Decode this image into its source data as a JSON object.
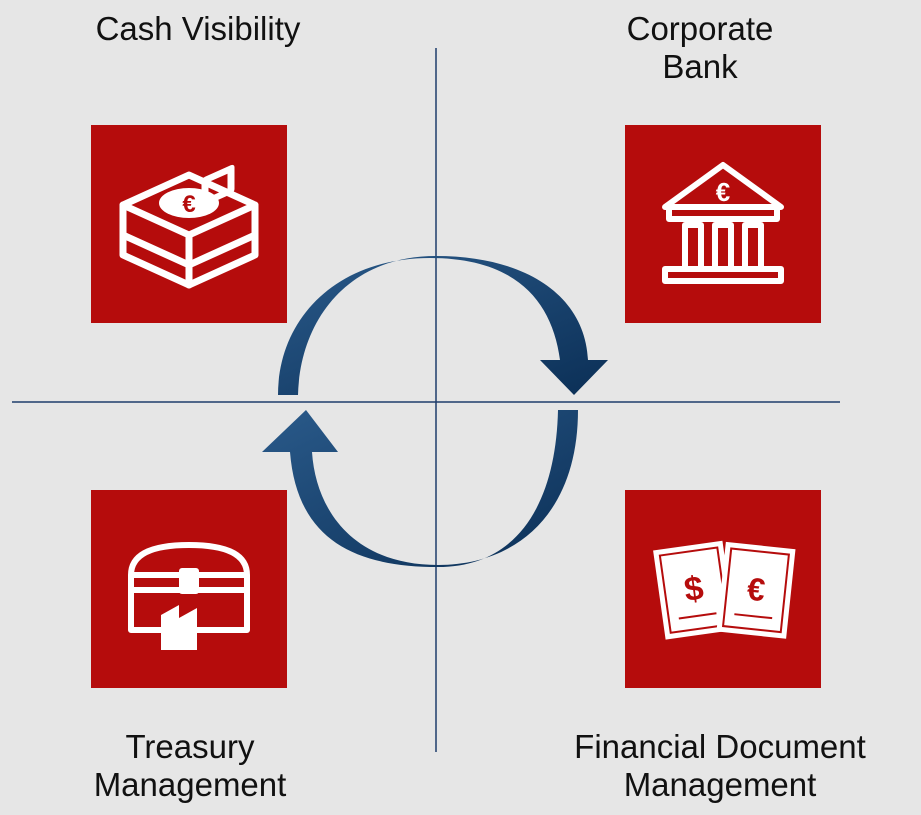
{
  "quadrants": {
    "top_left": {
      "label": "Cash Visibility",
      "icon": "money-chest-euro-icon"
    },
    "top_right": {
      "label": "Corporate\nBank",
      "icon": "bank-euro-icon"
    },
    "bottom_left": {
      "label": "Treasury\nManagement",
      "icon": "treasure-chest-factory-icon"
    },
    "bottom_right": {
      "label": "Financial Document\nManagement",
      "icon": "currency-documents-icon"
    }
  },
  "colors": {
    "background": "#e6e6e6",
    "tile": "#b50c0c",
    "arrow": "#0d3b66",
    "axis": "#1f3d6b",
    "text": "#111111"
  }
}
